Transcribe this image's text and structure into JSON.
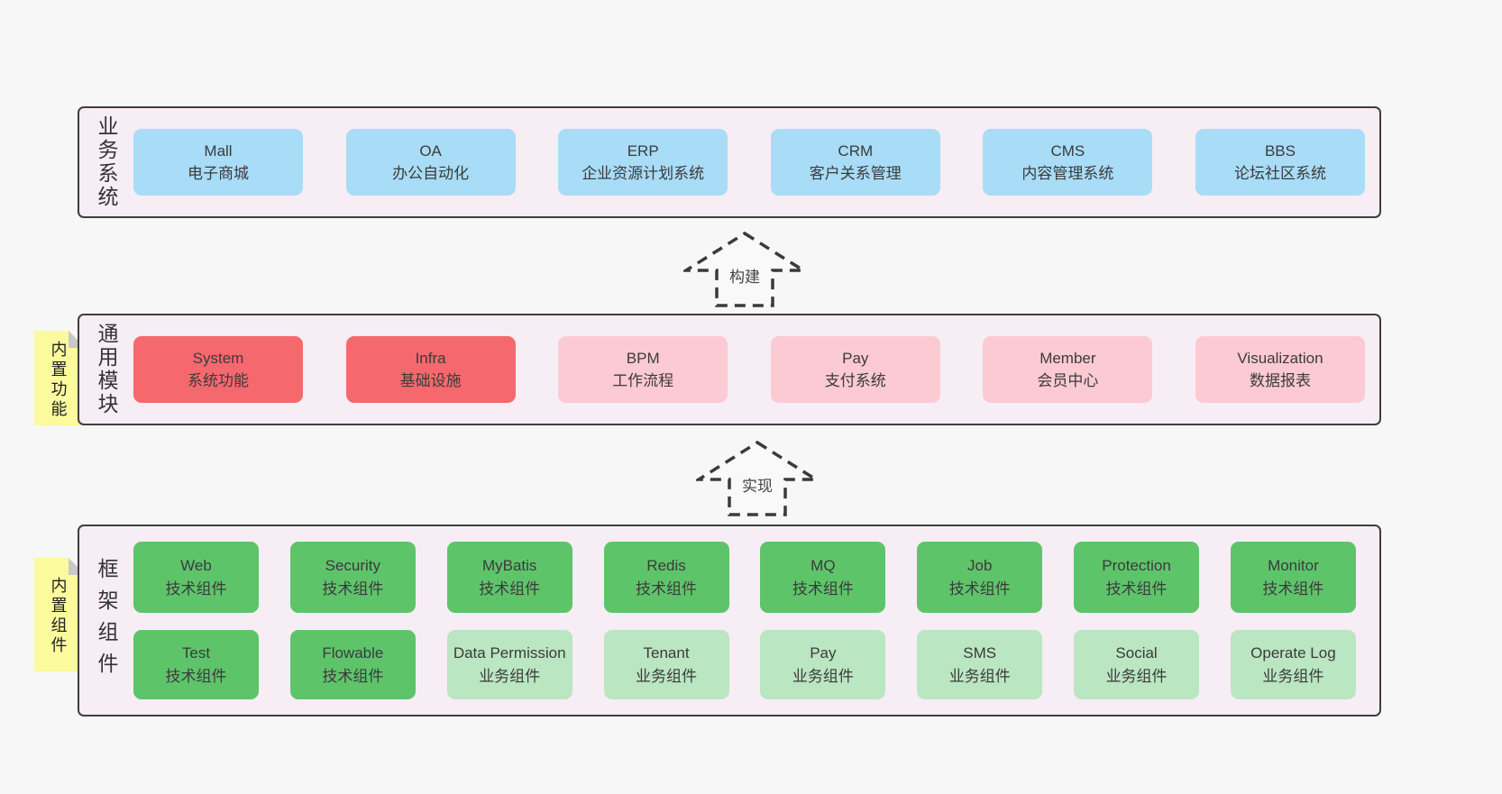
{
  "colors": {
    "page_bg": "#f7f7f7",
    "band_bg": "#f7edf5",
    "band_border": "#3f3f3f",
    "blue": "#a9dcf6",
    "red": "#f5696e",
    "pink": "#fccad3",
    "green_dark": "#5ec46a",
    "green_light": "#bae6c1",
    "sticky_yellow": "#fbfa9d",
    "sticky_fold": "#c9c9c9",
    "text": "#3b3b3b"
  },
  "arrows": [
    {
      "label": "构建",
      "direction": "up"
    },
    {
      "label": "实现",
      "direction": "up"
    }
  ],
  "stickies": [
    {
      "label": "内置功能"
    },
    {
      "label": "内置组件"
    }
  ],
  "bands": [
    {
      "label": "业务系统",
      "boxes": [
        {
          "en": "Mall",
          "zh": "电子商城",
          "variant": "blue"
        },
        {
          "en": "OA",
          "zh": "办公自动化",
          "variant": "blue"
        },
        {
          "en": "ERP",
          "zh": "企业资源计划系统",
          "variant": "blue"
        },
        {
          "en": "CRM",
          "zh": "客户关系管理",
          "variant": "blue"
        },
        {
          "en": "CMS",
          "zh": "内容管理系统",
          "variant": "blue"
        },
        {
          "en": "BBS",
          "zh": "论坛社区系统",
          "variant": "blue"
        }
      ]
    },
    {
      "label": "通用模块",
      "boxes": [
        {
          "en": "System",
          "zh": "系统功能",
          "variant": "red"
        },
        {
          "en": "Infra",
          "zh": "基础设施",
          "variant": "red"
        },
        {
          "en": "BPM",
          "zh": "工作流程",
          "variant": "pink"
        },
        {
          "en": "Pay",
          "zh": "支付系统",
          "variant": "pink"
        },
        {
          "en": "Member",
          "zh": "会员中心",
          "variant": "pink"
        },
        {
          "en": "Visualization",
          "zh": "数据报表",
          "variant": "pink"
        }
      ]
    },
    {
      "label": "框架组件",
      "rows": [
        {
          "boxes": [
            {
              "en": "Web",
              "zh": "技术组件",
              "variant": "green-dark"
            },
            {
              "en": "Security",
              "zh": "技术组件",
              "variant": "green-dark"
            },
            {
              "en": "MyBatis",
              "zh": "技术组件",
              "variant": "green-dark"
            },
            {
              "en": "Redis",
              "zh": "技术组件",
              "variant": "green-dark"
            },
            {
              "en": "MQ",
              "zh": "技术组件",
              "variant": "green-dark"
            },
            {
              "en": "Job",
              "zh": "技术组件",
              "variant": "green-dark"
            },
            {
              "en": "Protection",
              "zh": "技术组件",
              "variant": "green-dark"
            },
            {
              "en": "Monitor",
              "zh": "技术组件",
              "variant": "green-dark"
            }
          ]
        },
        {
          "boxes": [
            {
              "en": "Test",
              "zh": "技术组件",
              "variant": "green-dark"
            },
            {
              "en": "Flowable",
              "zh": "技术组件",
              "variant": "green-dark"
            },
            {
              "en": "Data Permission",
              "zh": "业务组件",
              "variant": "green-light"
            },
            {
              "en": "Tenant",
              "zh": "业务组件",
              "variant": "green-light"
            },
            {
              "en": "Pay",
              "zh": "业务组件",
              "variant": "green-light"
            },
            {
              "en": "SMS",
              "zh": "业务组件",
              "variant": "green-light"
            },
            {
              "en": "Social",
              "zh": "业务组件",
              "variant": "green-light"
            },
            {
              "en": "Operate Log",
              "zh": "业务组件",
              "variant": "green-light"
            }
          ]
        }
      ]
    }
  ]
}
